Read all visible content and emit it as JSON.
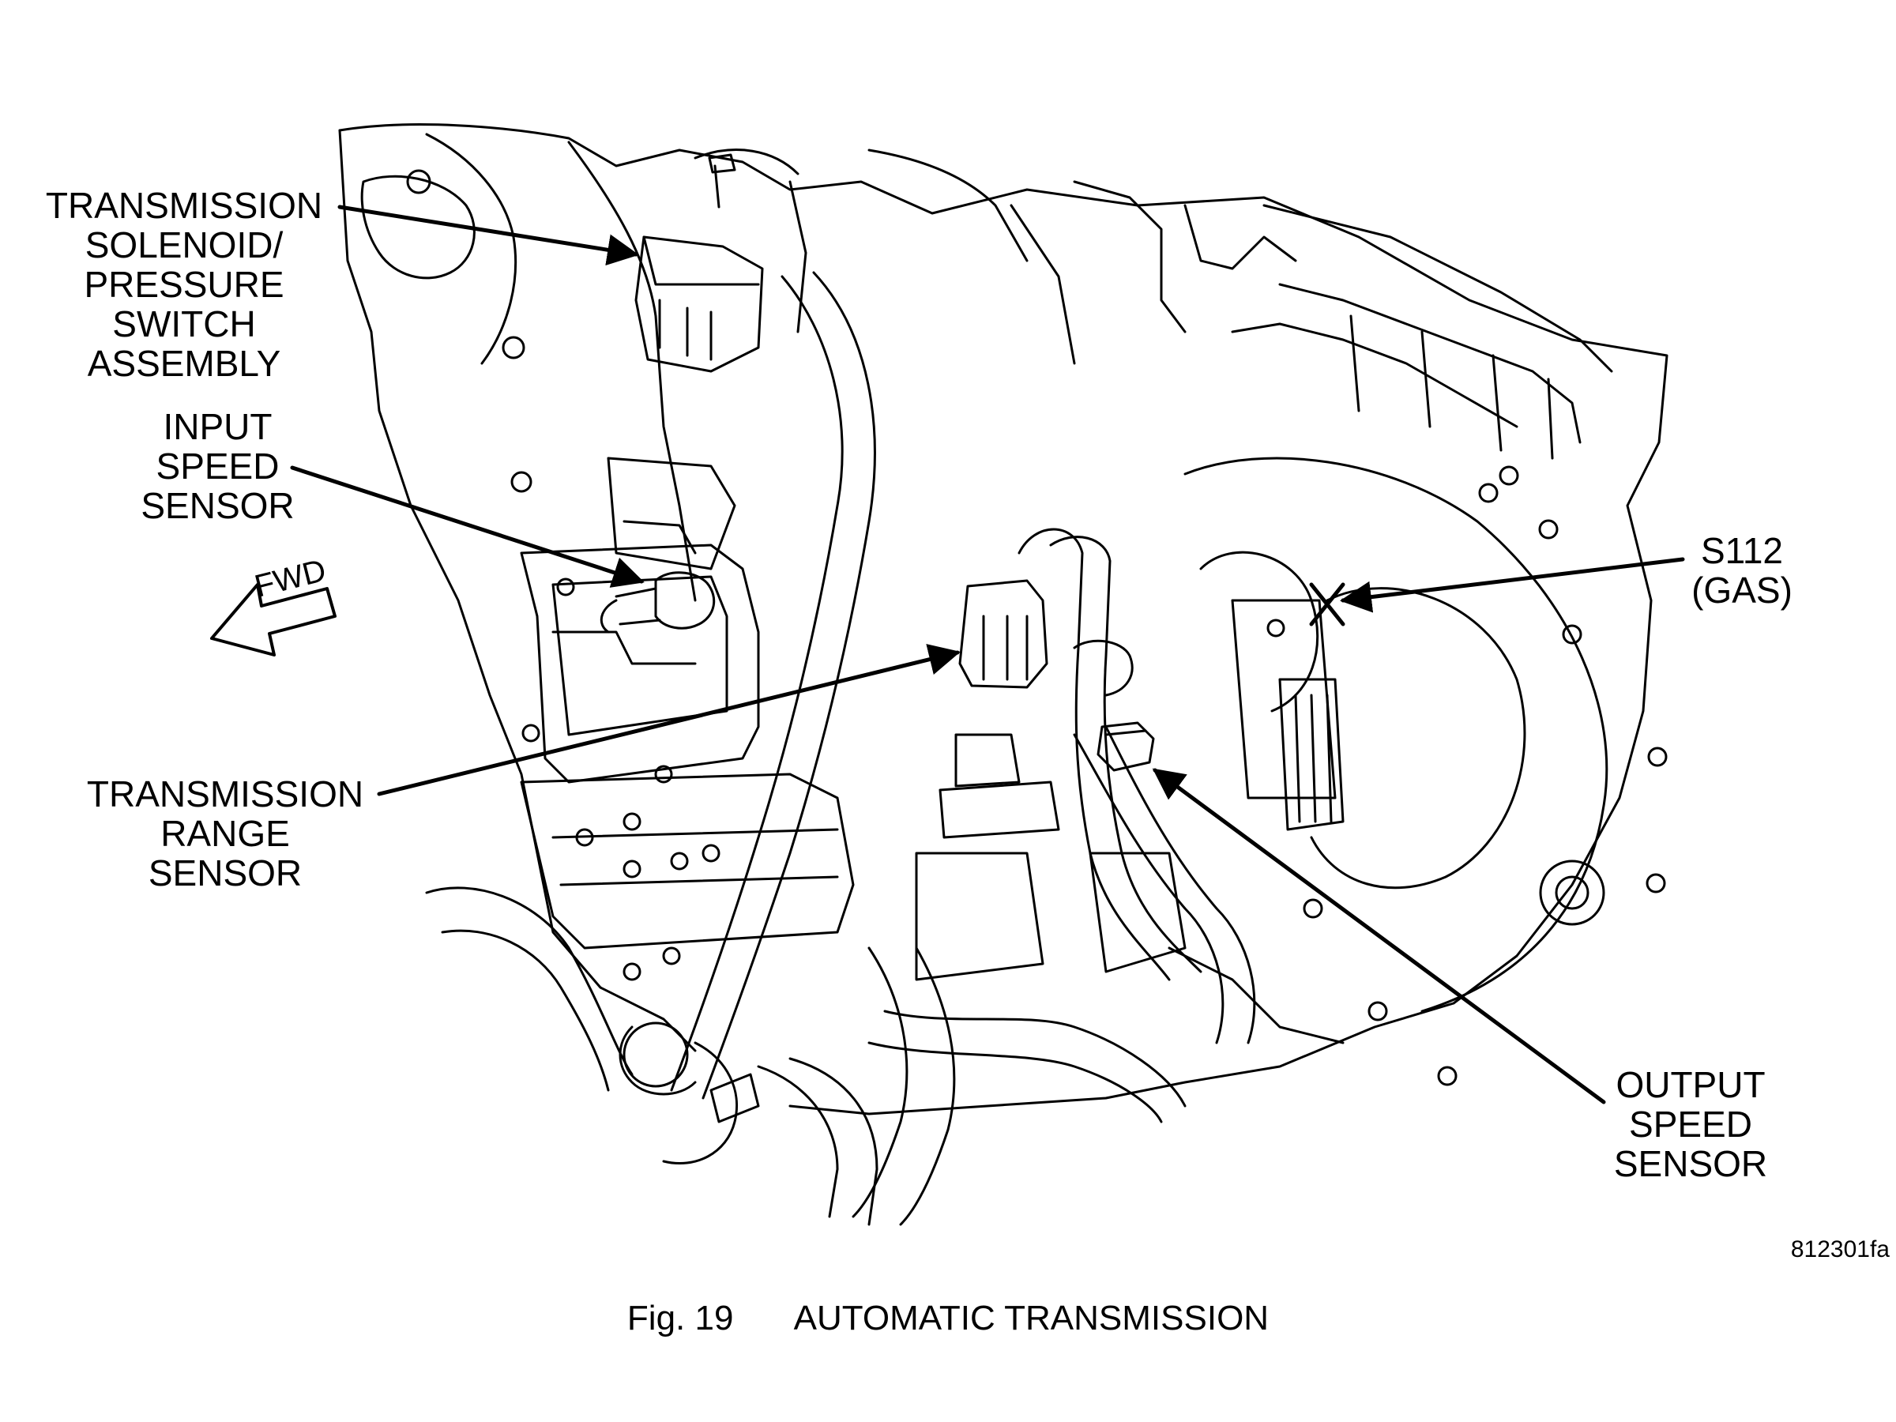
{
  "figure": {
    "caption_number": "Fig. 19",
    "caption_title": "AUTOMATIC TRANSMISSION",
    "figure_id": "812301fa"
  },
  "direction_marker": {
    "label": "FWD",
    "icon": "forward-arrow-icon"
  },
  "callouts": {
    "solenoid": [
      "TRANSMISSION",
      "SOLENOID/",
      "PRESSURE",
      "SWITCH",
      "ASSEMBLY"
    ],
    "input_speed_sensor": [
      "INPUT",
      "SPEED",
      "SENSOR"
    ],
    "range_sensor": [
      "TRANSMISSION",
      "RANGE",
      "SENSOR"
    ],
    "ground": [
      "S112",
      "(GAS)"
    ],
    "output_speed_sensor": [
      "OUTPUT",
      "SPEED",
      "SENSOR"
    ]
  }
}
